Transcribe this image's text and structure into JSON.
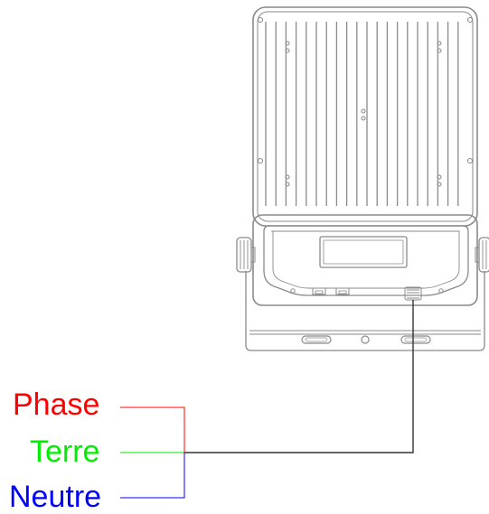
{
  "labels": {
    "phase": "Phase",
    "terre": "Terre",
    "neutre": "Neutre"
  },
  "colors": {
    "phase": "#ff0000",
    "terre": "#00ee00",
    "neutre": "#0000ff",
    "outline": "#8a8a8a",
    "cable": "#333333"
  },
  "icons": {
    "fixture": "floodlight-fixture-icon"
  }
}
